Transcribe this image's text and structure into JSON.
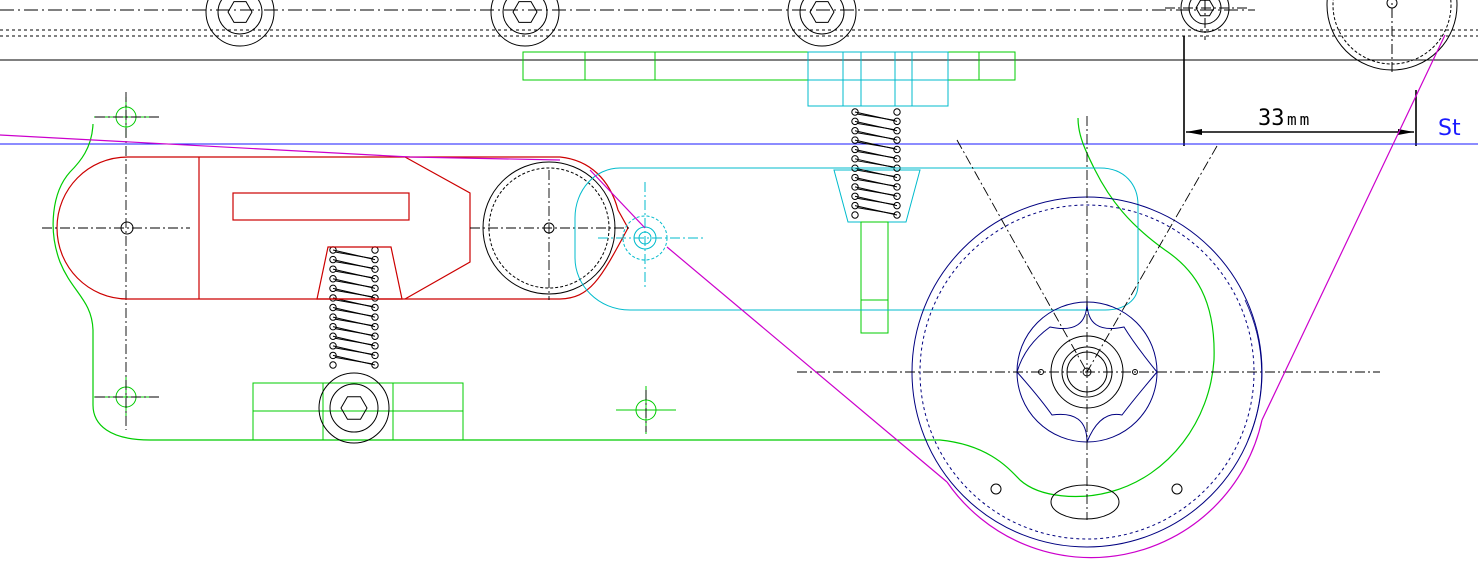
{
  "dimension": {
    "value": "33",
    "unit": "mm"
  },
  "edge_label": "St",
  "colors": {
    "background": "#ffffff",
    "frame": "#000000",
    "tensioner_arm": "#cc0000",
    "base_plate": "#00cc00",
    "slide_arm": "#00bbcc",
    "drive_gear": "#000080",
    "belt": "#cc00cc",
    "datum_line": "#1a1aff"
  },
  "icons": [
    "hex-socket-bolt-icon",
    "compression-spring-icon",
    "center-mark-icon"
  ]
}
